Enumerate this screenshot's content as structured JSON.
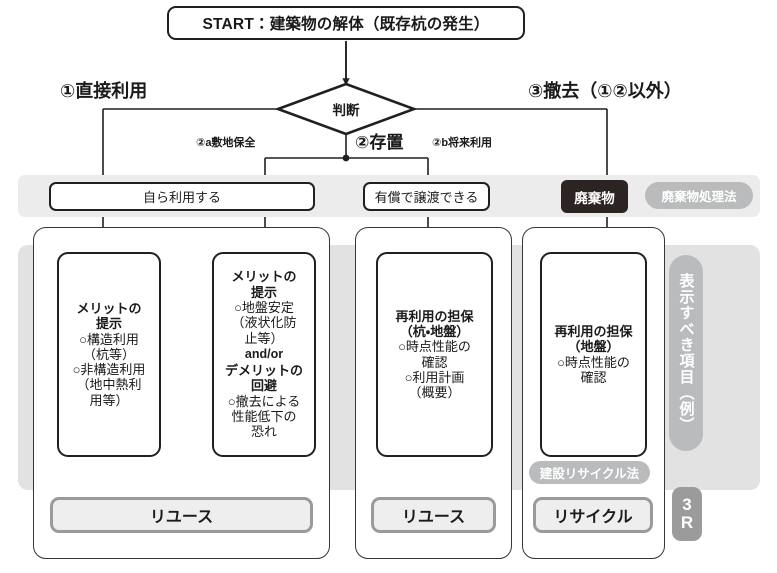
{
  "diagram": {
    "title_node": "START：建築物の解体（既存杭の発生）",
    "decision": {
      "label": "判断"
    },
    "branch_labels": {
      "left": "①直接利用",
      "center": "②存置",
      "right": "③撤去（①②以外）",
      "sub_left": "②a敷地保全",
      "sub_right": "②b将来利用"
    },
    "conditions": [
      {
        "label": "自ら利用する"
      },
      {
        "label": "有償で譲渡できる"
      }
    ],
    "waste_tag": "廃棄物",
    "laws": {
      "waste_law": "廃棄物処理法",
      "construction_recycle_law": "建設リサイクル法"
    },
    "cards": [
      {
        "heading": "メリットの\n提示",
        "items": [
          "○構造利用\n（杭等）",
          "○非構造利用\n（地中熱利\n用等）"
        ],
        "andor": "",
        "heading2": "",
        "items2": []
      },
      {
        "heading": "メリットの\n提示",
        "items": [
          "○地盤安定\n（液状化防\n止等）"
        ],
        "andor": "and/or",
        "heading2": "デメリットの\n回避",
        "items2": [
          "○撤去による\n性能低下の\n恐れ"
        ]
      },
      {
        "heading": "再利用の担保\n（杭・地盤）",
        "items": [
          "○時点性能の\n確認",
          "○利用計画\n（概要）"
        ],
        "andor": "",
        "heading2": "",
        "items2": []
      },
      {
        "heading": "再利用の担保\n（地盤）",
        "items": [
          "○時点性能の\n確認"
        ],
        "andor": "",
        "heading2": "",
        "items2": []
      }
    ],
    "outcomes": [
      {
        "label": "リユース"
      },
      {
        "label": "リユース"
      },
      {
        "label": "リサイクル"
      }
    ],
    "side_labels": {
      "vertical": "表示すべき項目（例）",
      "badge_line1": "3",
      "badge_line2": "R"
    },
    "colors": {
      "ink": "#231f1e",
      "panel": "#e2e2e3",
      "band": "#ececed",
      "pill": "#b9bbbc",
      "dark_tag": "#2b2422",
      "outcome_border": "#9a9a9a",
      "outcome_fill": "#eeeeee",
      "badge": "#9b9b9b"
    }
  }
}
